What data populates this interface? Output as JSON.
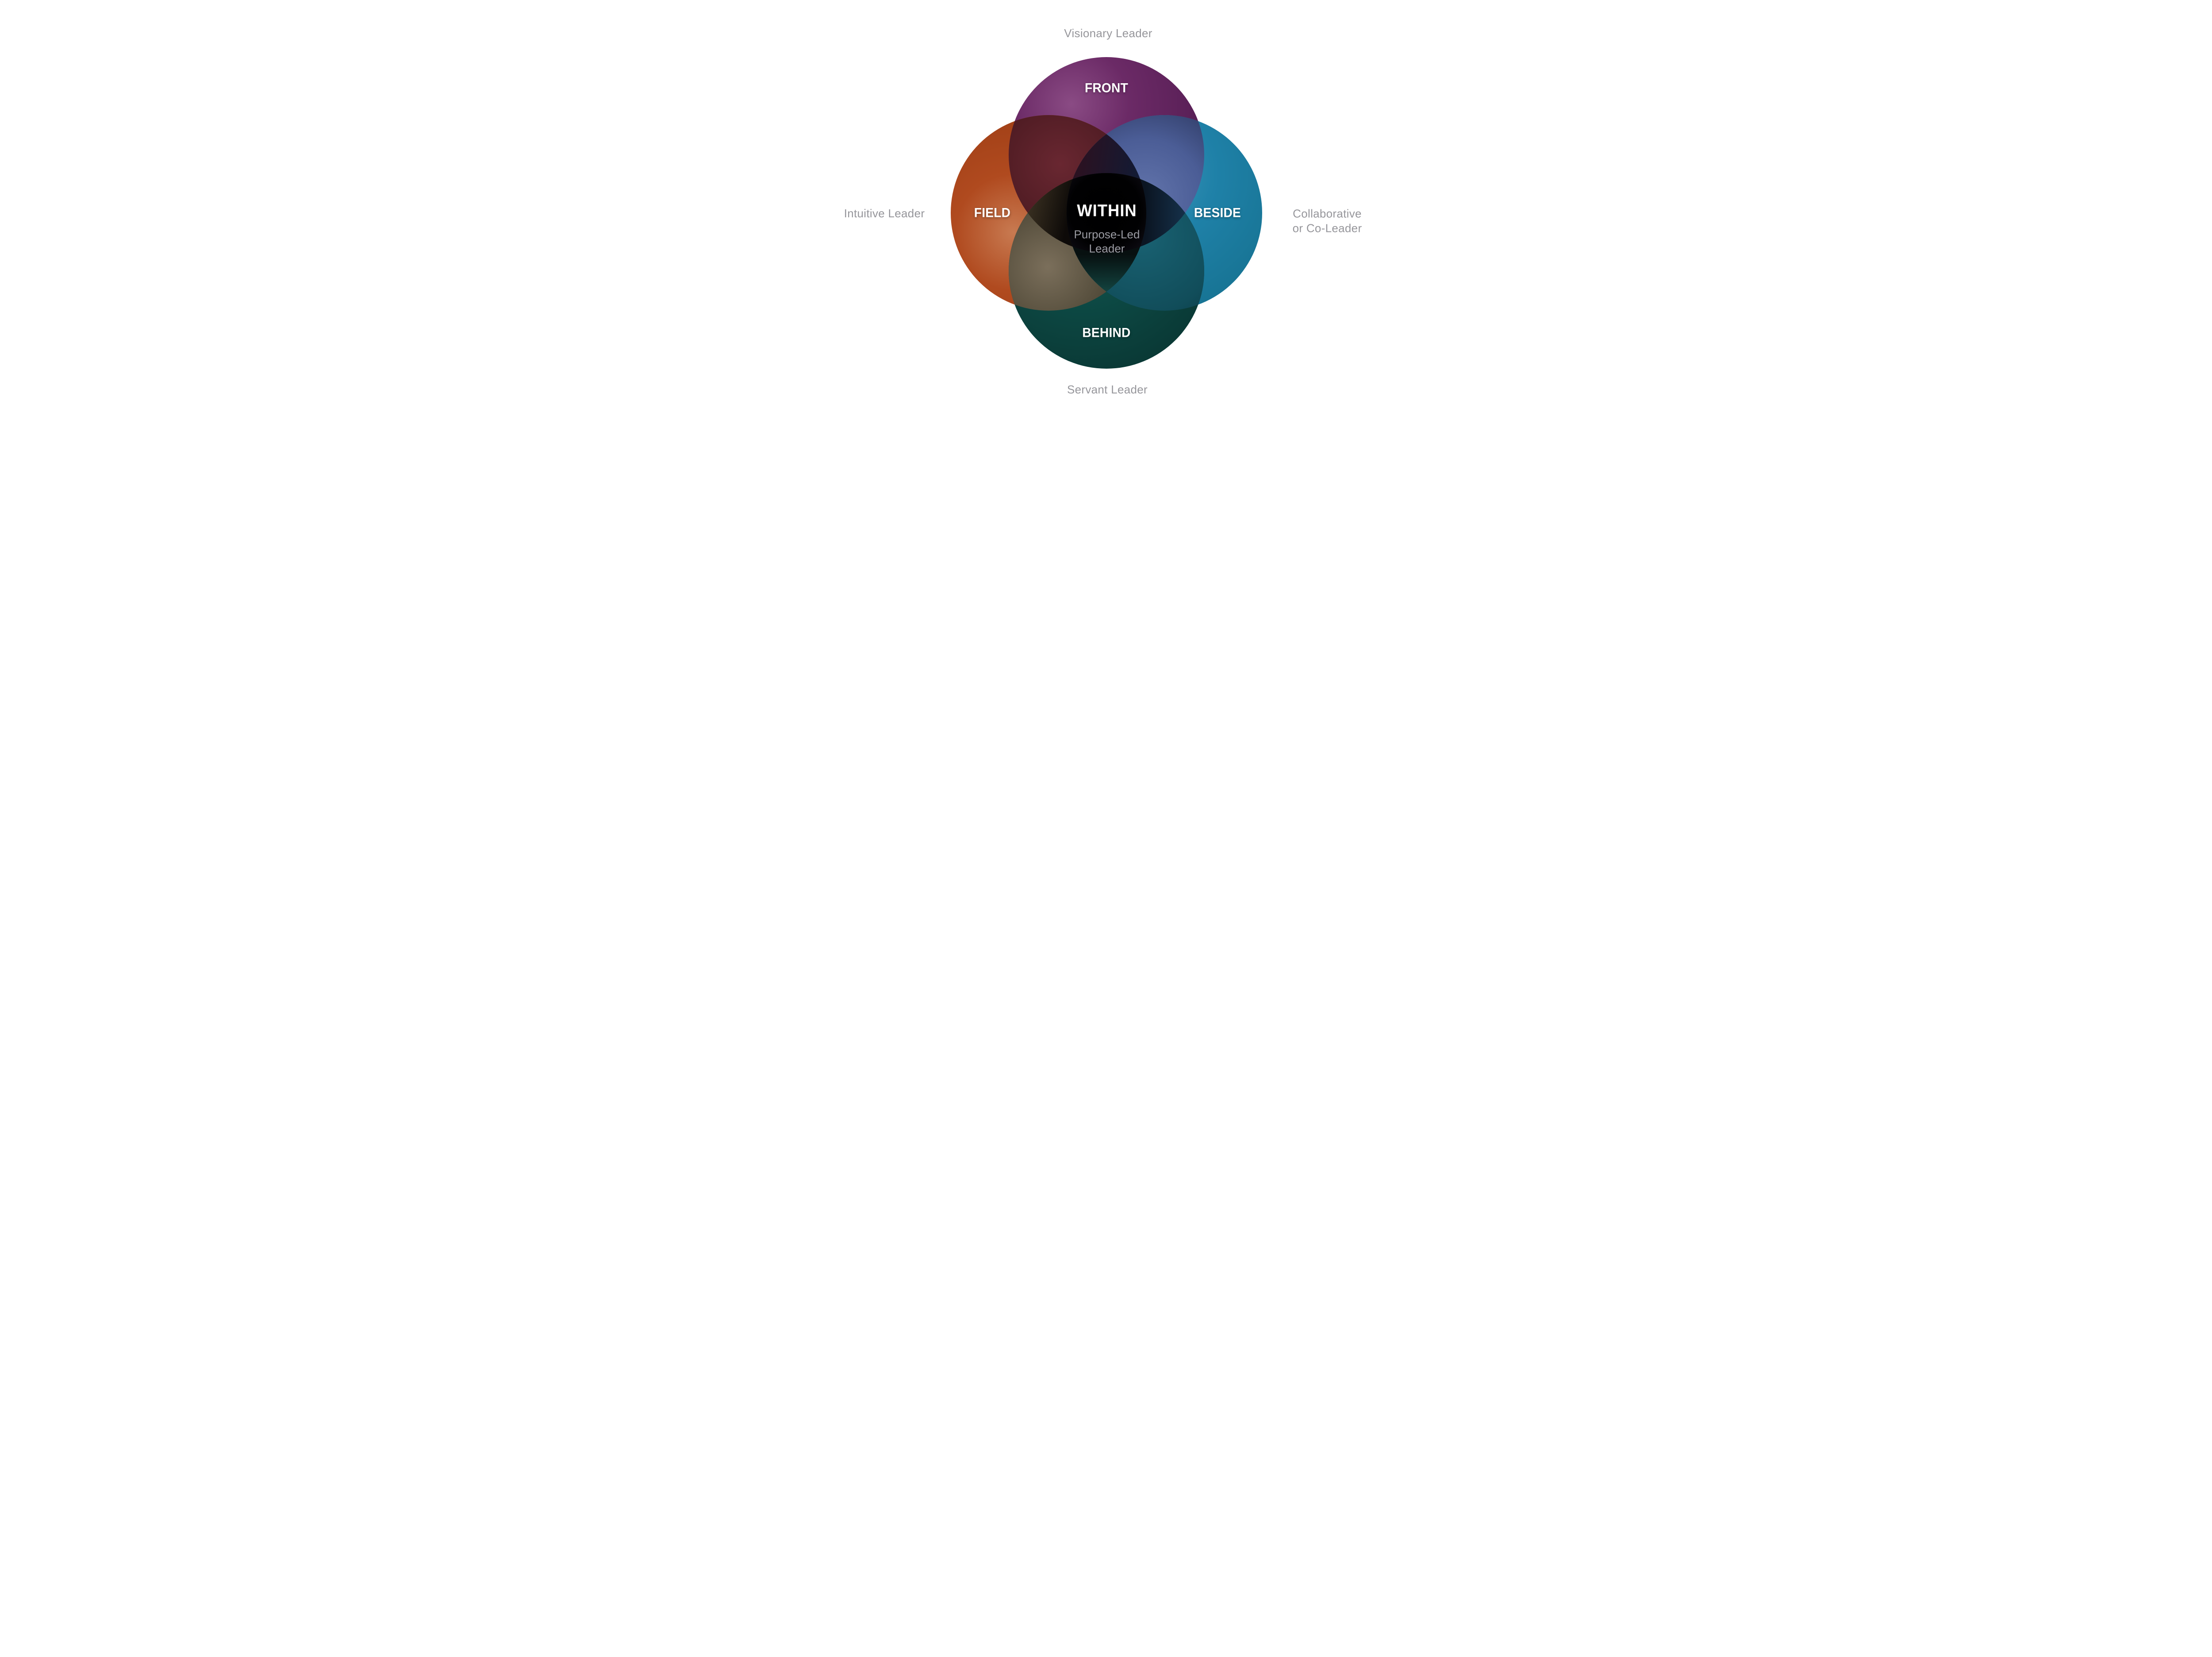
{
  "page": {
    "background": "#ffffff"
  },
  "diagram": {
    "type": "venn-4-circle",
    "center": {
      "label": "WITHIN",
      "sublabel": "Purpose-Led\nLeader"
    },
    "circles": [
      {
        "id": "front",
        "position": "top",
        "label": "FRONT",
        "outer_label": "Visionary Leader",
        "color": "#6b2a66"
      },
      {
        "id": "field",
        "position": "left",
        "label": "FIELD",
        "outer_label": "Intuitive Leader",
        "color": "#b04a1f"
      },
      {
        "id": "beside",
        "position": "right",
        "label": "BESIDE",
        "outer_label": "Collaborative\nor Co-Leader",
        "color": "#1f81a8"
      },
      {
        "id": "behind",
        "position": "bottom",
        "label": "BEHIND",
        "outer_label": "Servant Leader",
        "color": "#0d4a45"
      }
    ],
    "colors": {
      "circle_label_text": "#ffffff",
      "outer_label_text": "#96969b",
      "center_sublabel_text": "#9b9ca3",
      "overlap_front_field": "#4b1a21",
      "overlap_front_beside": "#4b5d96",
      "overlap_field_behind": "#4f4837",
      "overlap_beside_behind": "#114d5a",
      "center_core": "#000000"
    }
  }
}
